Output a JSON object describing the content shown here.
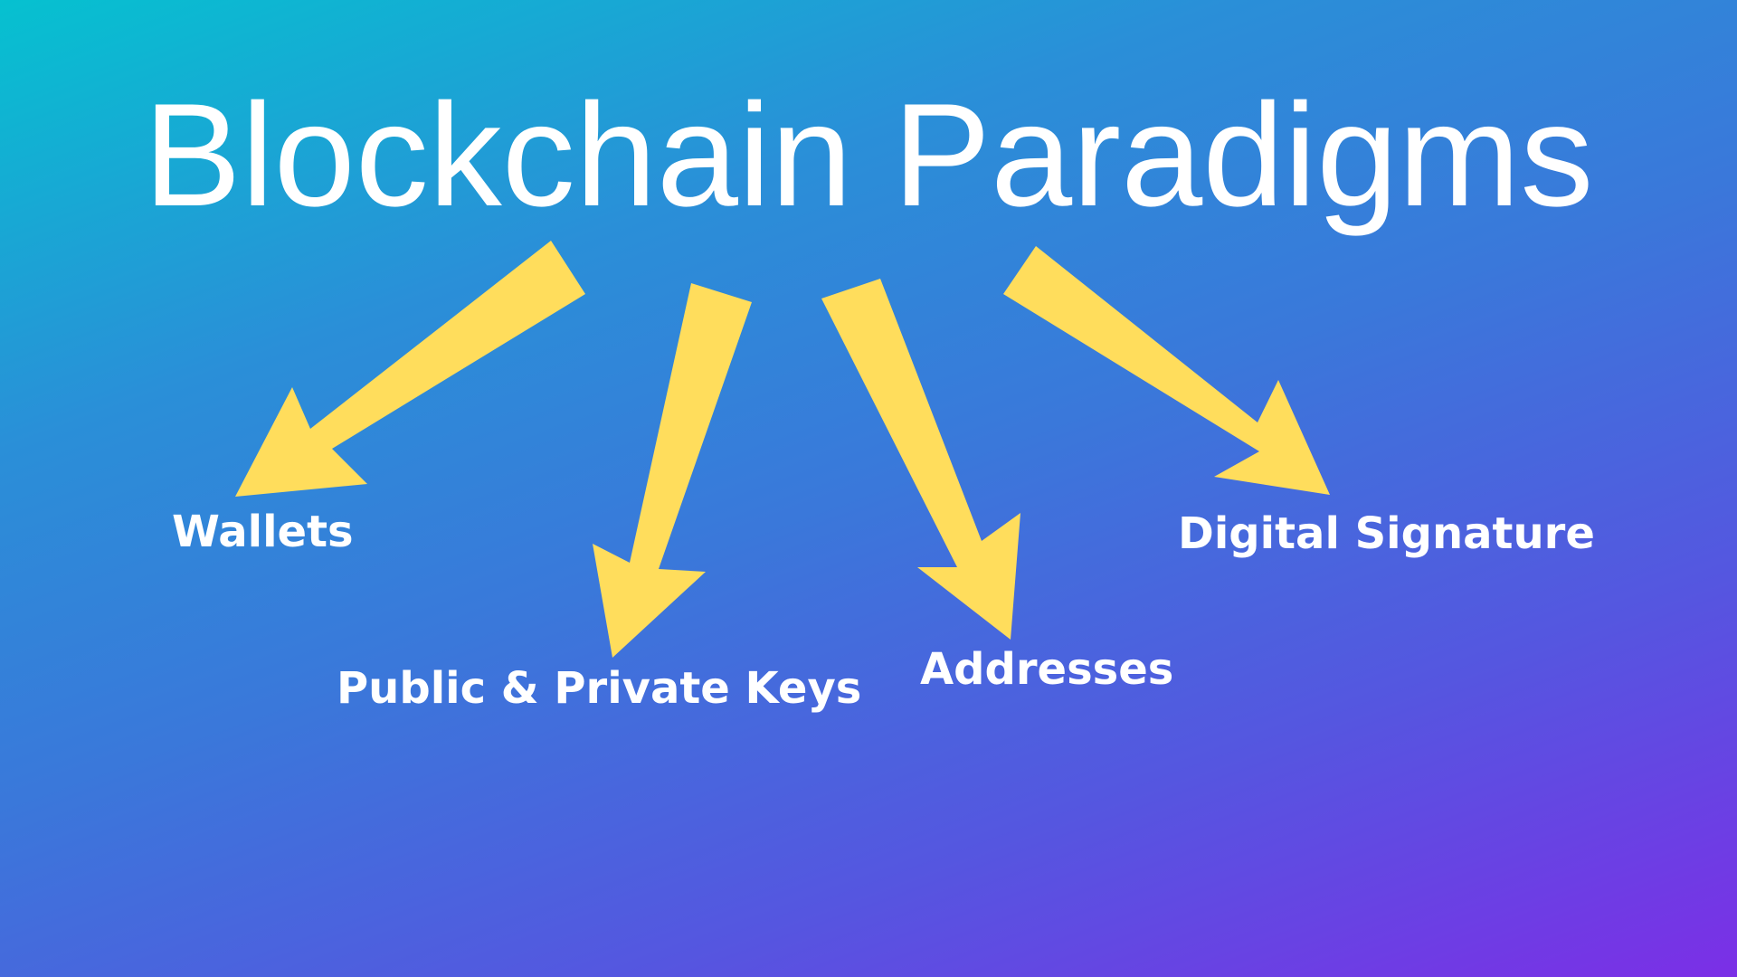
{
  "title": "Blockchain Paradigms",
  "topics": [
    {
      "label": "Wallets"
    },
    {
      "label": "Public & Private Keys"
    },
    {
      "label": "Addresses"
    },
    {
      "label": "Digital Signature"
    }
  ],
  "colors": {
    "arrow": "#FFDD5C",
    "text": "#FFFFFF",
    "gradient_start": "#06C1D0",
    "gradient_end": "#7B2FE6"
  }
}
